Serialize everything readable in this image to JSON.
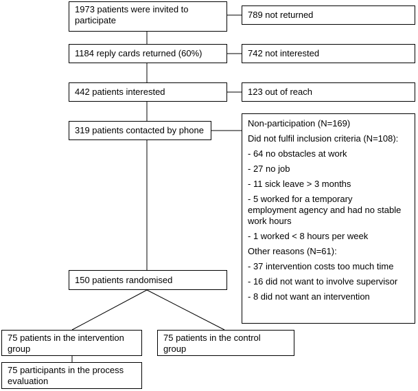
{
  "flowchart": {
    "invited": [
      "1973 patients were invited to",
      "participate"
    ],
    "not_returned": "789 not returned",
    "reply_cards": "1184 reply cards returned (60%)",
    "not_interested": "742 not interested",
    "interested": "442 patients interested",
    "out_of_reach": "123 out of reach",
    "contacted": "319 patients contacted by phone",
    "non_participation": {
      "title": "Non-participation (N=169)",
      "inclusion_heading": "Did not fulfil inclusion criteria (N=108):",
      "inclusion_items": [
        "- 64 no obstacles at work",
        "- 27 no job",
        "- 11 sick leave > 3 months",
        [
          "- 5 worked for a temporary",
          "employment agency and had no stable",
          "work hours"
        ],
        "- 1 worked < 8 hours per week"
      ],
      "other_heading": "Other reasons (N=61):",
      "other_items": [
        "- 37 intervention costs too much time",
        "- 16 did not want to involve supervisor",
        "- 8 did not want an intervention"
      ]
    },
    "randomised": "150 patients randomised",
    "intervention_group": [
      "75 patients in the intervention",
      "group"
    ],
    "control_group": [
      "75 patients in the control",
      "group"
    ],
    "process_evaluation": [
      "75 participants in the process",
      "evaluation"
    ]
  }
}
